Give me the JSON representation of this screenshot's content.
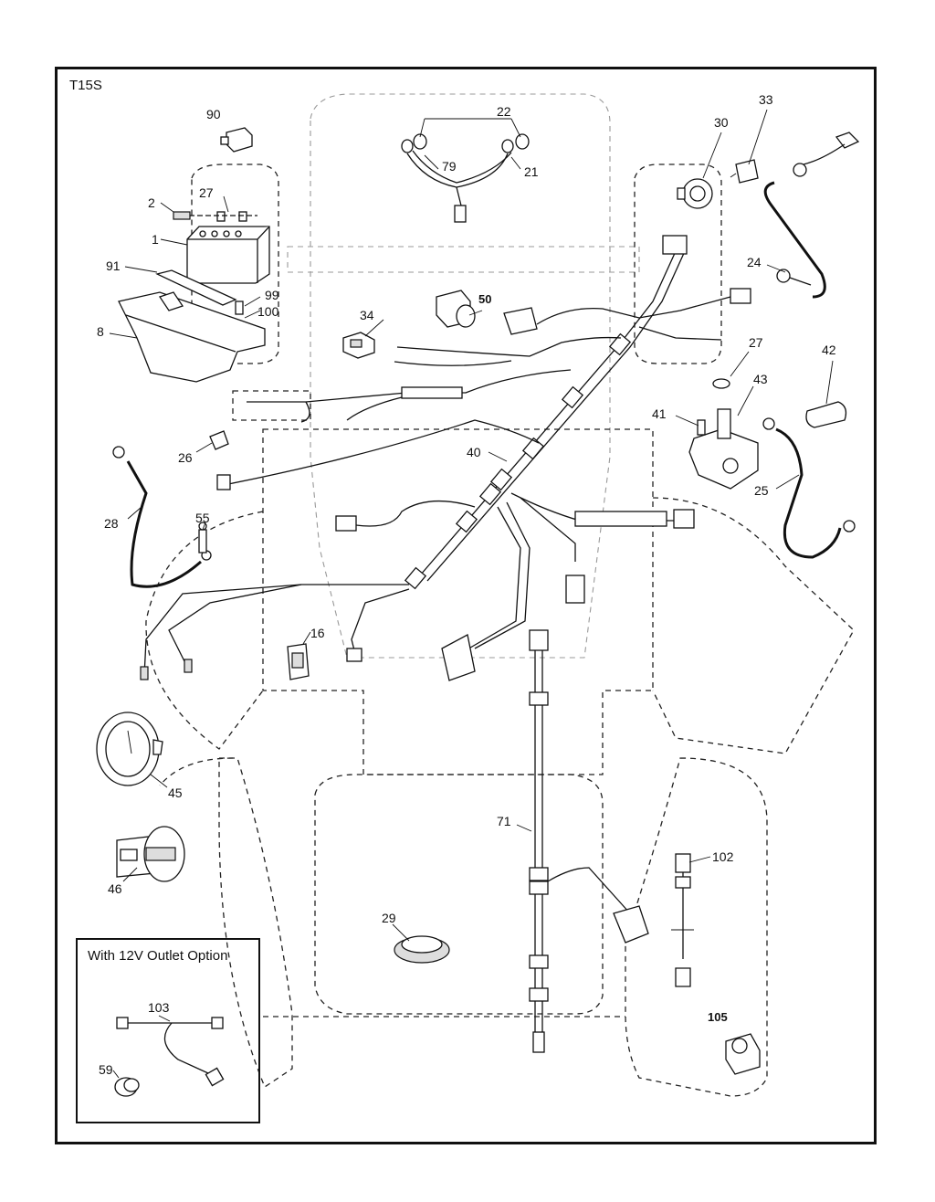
{
  "diagram_id": "T15S",
  "inset_title": "With 12V Outlet Option",
  "callouts": {
    "c1": "1",
    "c2": "2",
    "c8": "8",
    "c16": "16",
    "c21": "21",
    "c22": "22",
    "c24": "24",
    "c25": "25",
    "c26": "26",
    "c27a": "27",
    "c27b": "27",
    "c28": "28",
    "c29": "29",
    "c30": "30",
    "c33": "33",
    "c34": "34",
    "c40": "40",
    "c41": "41",
    "c42": "42",
    "c43": "43",
    "c45": "45",
    "c46": "46",
    "c50": "50",
    "c55": "55",
    "c59": "59",
    "c71": "71",
    "c79": "79",
    "c90": "90",
    "c91": "91",
    "c99": "99",
    "c100": "100",
    "c102": "102",
    "c103": "103",
    "c105": "105"
  }
}
